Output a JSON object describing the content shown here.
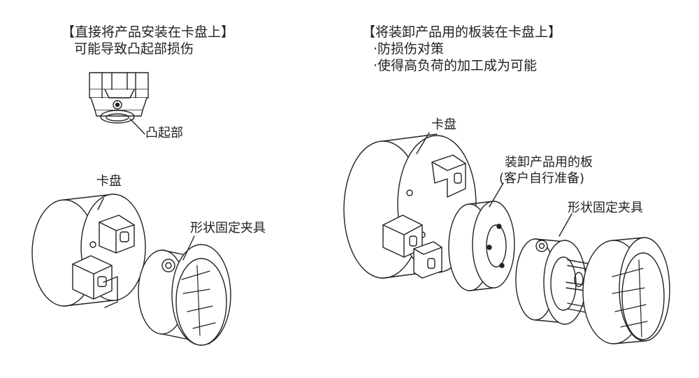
{
  "left": {
    "heading": "【直接将产品安装在卡盘上】",
    "note": "可能导致凸起部损伤",
    "labels": {
      "bump": "凸起部",
      "chuck": "卡盘",
      "fixture": "形状固定夹具"
    }
  },
  "right": {
    "heading": "【将装卸产品用的板装在卡盘上】",
    "bullets": [
      "·防损伤对策",
      "·使得高负荷的加工成为可能"
    ],
    "labels": {
      "chuck": "卡盘",
      "plate_line1": "装卸产品用的板",
      "plate_line2": "(客户自行准备)",
      "fixture": "形状固定夹具"
    }
  },
  "colors": {
    "line": "#222222",
    "fill": "#ffffff",
    "shade": "#f2f2f2"
  }
}
